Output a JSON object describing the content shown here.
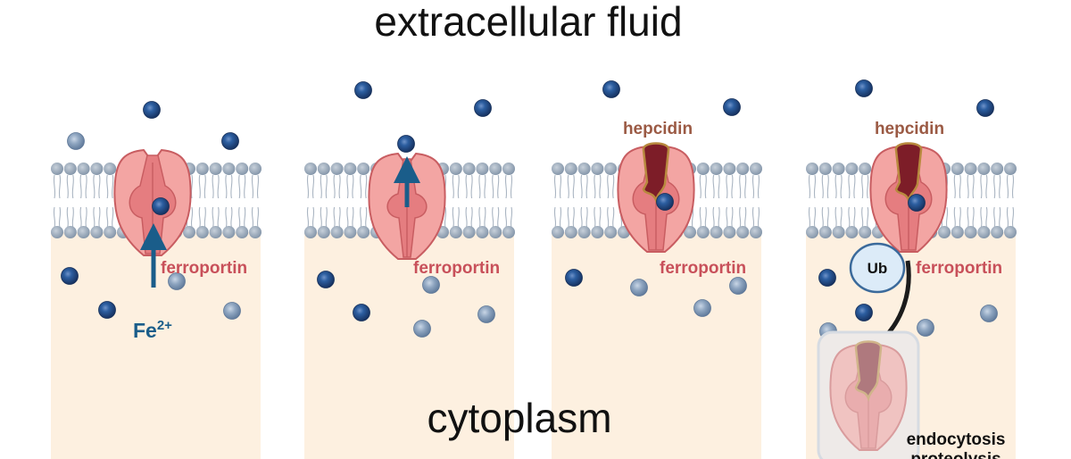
{
  "title_top": "extracellular fluid",
  "title_bottom": "cytoplasm",
  "labels": {
    "ferroportin": "ferroportin",
    "hepcidin": "hepcidin",
    "fe_base": "Fe",
    "fe_charge": "2+",
    "ub": "Ub",
    "endocytosis": "endocytosis",
    "proteolysis": "proteolysis"
  },
  "colors": {
    "cytoplasm": "#fdf0e0",
    "lipid_head": "#96a6b6",
    "lipid_tail": "#aab5c2",
    "protein_fill": "#f3a5a3",
    "protein_stroke": "#c85d61",
    "protein_channel": "#e57d80",
    "ion_dark": "#1f4e8c",
    "ion_light": "#8aa2bf",
    "hepcidin_fill": "#7d1d28",
    "hepcidin_outline": "#b8893e",
    "label_red": "#c8505a",
    "label_brown": "#9b5a44",
    "fe_blue": "#1a5d8a",
    "ub_fill": "#dcebf8",
    "ub_stroke": "#3b6a9b",
    "vesicle_fill": "#eeeae8"
  },
  "panels": [
    {
      "name": "panel-1",
      "state": "iron-export",
      "hepcidin": false
    },
    {
      "name": "panel-2",
      "state": "iron-released",
      "hepcidin": false
    },
    {
      "name": "panel-3",
      "state": "hepcidin-bound",
      "hepcidin": true
    },
    {
      "name": "panel-4",
      "state": "ubiquitinated-internalized",
      "hepcidin": true
    }
  ]
}
